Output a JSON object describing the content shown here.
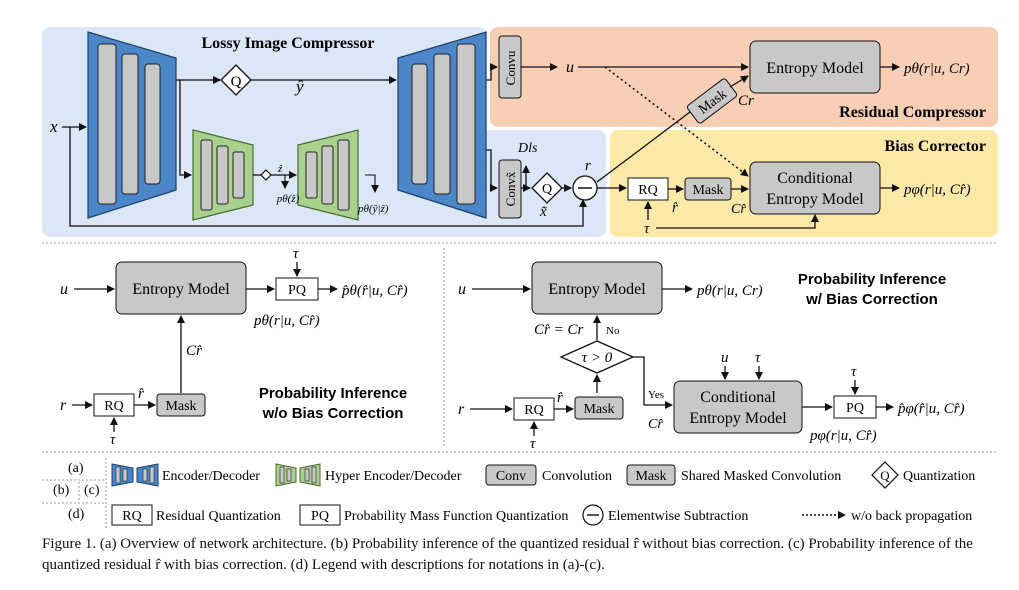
{
  "panel_a": {
    "lossy_title": "Lossy Image Compressor",
    "residual_title": "Residual Compressor",
    "bias_title": "Bias Corrector",
    "x": "x",
    "q": "Q",
    "y_hat": "ŷ",
    "z_hat": "ẑ",
    "p_z": "pθ(ẑ)",
    "p_y": "pθ(ŷ|ẑ)",
    "conv_u": "Convu",
    "conv_x": "Convx̃",
    "u": "u",
    "x_tilde": "x̃",
    "d_ls": "Dls",
    "r": "r",
    "q2": "Q",
    "entropy_model": "Entropy Model",
    "mask": "Mask",
    "c_r": "Cr",
    "p_out_top": "pθ(r|u, Cr)",
    "rq": "RQ",
    "r_hat": "r̂",
    "mask2": "Mask",
    "c_rhat": "Cr̂",
    "cond_model_l1": "Conditional",
    "cond_model_l2": "Entropy Model",
    "p_out_bias": "pφ(r|u, Cr̂)",
    "tau": "τ"
  },
  "panel_b": {
    "u": "u",
    "entropy_model": "Entropy Model",
    "pq": "PQ",
    "tau": "τ",
    "p_hat": "p̂θ(r̂|u, Cr̂)",
    "p_theta": "pθ(r|u, Cr̂)",
    "c_rhat": "Cr̂",
    "r": "r",
    "rq": "RQ",
    "r_hat": "r̂",
    "mask": "Mask",
    "tau2": "τ",
    "title_l1": "Probability Inference",
    "title_l2": "w/o Bias Correction"
  },
  "panel_c": {
    "u": "u",
    "entropy_model": "Entropy Model",
    "p_theta": "pθ(r|u, Cr)",
    "title_l1": "Probability Inference",
    "title_l2": "w/ Bias Correction",
    "c_eq": "Cr̂ = Cr",
    "no": "No",
    "cond": "τ > 0",
    "yes": "Yes",
    "u2": "u",
    "tau": "τ",
    "r": "r",
    "rq": "RQ",
    "r_hat": "r̂",
    "mask": "Mask",
    "c_rhat": "Cr̂",
    "cond_model_l1": "Conditional",
    "cond_model_l2": "Entropy Model",
    "pq": "PQ",
    "tau2": "τ",
    "p_hat": "p̂φ(r̂|u, Cr̂)",
    "p_phi": "pφ(r|u, Cr̂)",
    "tau3": "τ"
  },
  "legend": {
    "a": "(a)",
    "b": "(b)",
    "c": "(c)",
    "d": "(d)",
    "encdec": "Encoder/Decoder",
    "hyper": "Hyper Encoder/Decoder",
    "conv_box": "Conv",
    "conv": "Convolution",
    "mask_box": "Mask",
    "mask": "Shared Masked Convolution",
    "q_box": "Q",
    "quant": "Quantization",
    "rq_box": "RQ",
    "rq": "Residual Quantization",
    "pq_box": "PQ",
    "pq": "Probability Mass Function Quantization",
    "minus": "−",
    "sub": "Elementwise Subtraction",
    "nobp": "w/o back propagation"
  },
  "caption": "Figure 1. (a) Overview of network architecture. (b) Probability inference of the quantized residual r̂ without bias correction. (c) Probability inference of the quantized residual r̂ with bias correction. (d) Legend with descriptions for notations in (a)-(c).",
  "colors": {
    "blue_panel": "#dbe6f6",
    "orange_panel": "#f8cfb5",
    "yellow_panel": "#fde9a7",
    "encoder_blue": "#4b86c8",
    "hyper_green": "#a9d18e",
    "box_gray": "#c8c8c8"
  }
}
